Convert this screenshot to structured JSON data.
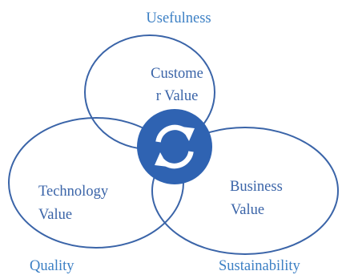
{
  "diagram": {
    "labels": {
      "top": "Usefulness",
      "bottom_left": "Quality",
      "bottom_right": "Sustainability"
    },
    "circles": {
      "top": {
        "line1": "Custome",
        "line2": "r Value"
      },
      "left": {
        "line1": "Technology",
        "line2": "Value"
      },
      "right": {
        "line1": "Business",
        "line2": "Value"
      }
    },
    "center_icon": "sync-arrows-icon",
    "colors": {
      "outer_label": "#3b7fc4",
      "circle_label": "#3a64a8",
      "circle_stroke": "#3a64a8",
      "hub_fill": "#2f63b2",
      "icon": "#ffffff"
    }
  }
}
